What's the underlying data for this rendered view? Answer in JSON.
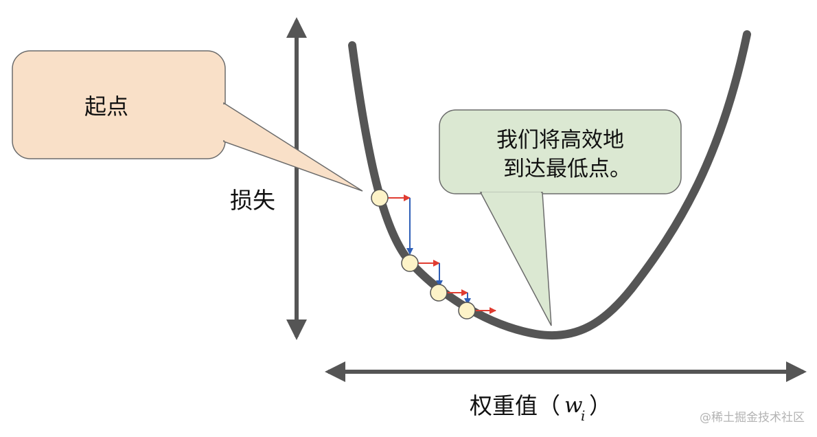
{
  "labels": {
    "start_callout": "起点",
    "min_callout_line1": "我们将高效地",
    "min_callout_line2": "到达最低点。",
    "y_axis": "损失",
    "x_axis_prefix": "权重值（",
    "x_axis_var": "w",
    "x_axis_sub": "i",
    "x_axis_suffix": "）",
    "watermark": "@稀土掘金技术社区"
  },
  "colors": {
    "curve": "#555555",
    "axis": "#555555",
    "start_callout_fill": "#f9e0c8",
    "min_callout_fill": "#dbe8d2",
    "callout_stroke": "#6b6b6b",
    "step_point_fill": "#fdf3c8",
    "horizontal_step": "#e03c31",
    "vertical_step": "#2f5fb7"
  },
  "icons": {
    "y_axis": "double-headed-vertical-arrow",
    "x_axis": "double-headed-horizontal-arrow"
  },
  "step_points": 4
}
